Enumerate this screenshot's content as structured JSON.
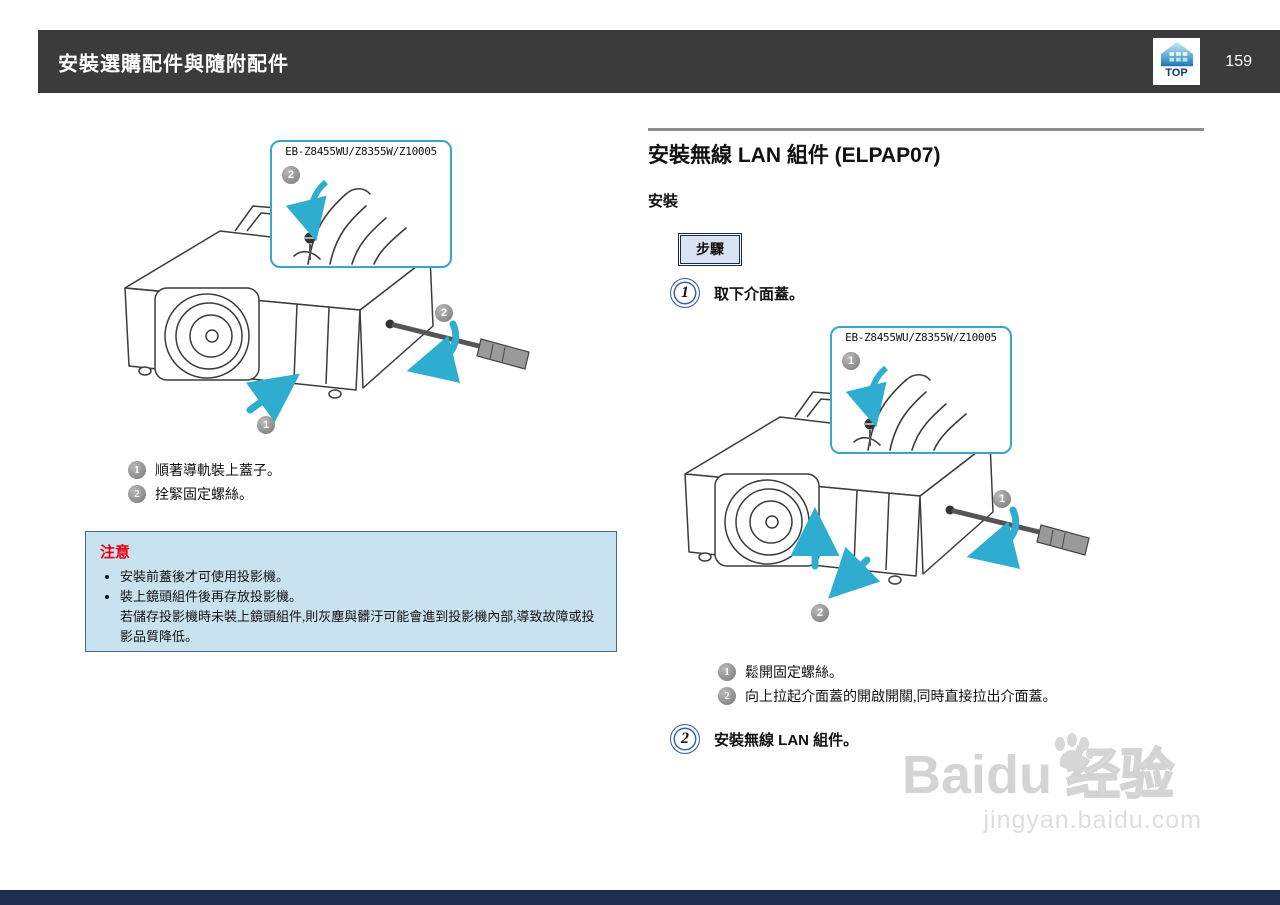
{
  "header": {
    "title": "安裝選購配件與隨附配件",
    "page_number": "159",
    "top_label": "TOP"
  },
  "left": {
    "diagram_label": "EB-Z8455WU/Z8355W/Z10005",
    "markers": {
      "callout": "2",
      "screw": "2",
      "front": "1"
    },
    "steps": [
      {
        "num": "1",
        "text": "順著導軌裝上蓋子。"
      },
      {
        "num": "2",
        "text": "拴緊固定螺絲。"
      }
    ],
    "notice": {
      "title": "注意",
      "bullets": [
        "安裝前蓋後才可使用投影機。",
        "裝上鏡頭組件後再存放投影機。\n若儲存投影機時未裝上鏡頭組件,則灰塵與髒汙可能會進到投影機內部,導致故障或投影品質降低。"
      ]
    }
  },
  "right": {
    "heading": "安裝無線 LAN 組件 (ELPAP07)",
    "subheading": "安裝",
    "procedure_label": "步驟",
    "step1": {
      "num": "1",
      "text": "取下介面蓋。"
    },
    "step2": {
      "num": "2",
      "text": "安裝無線 LAN 組件。"
    },
    "diagram_label": "EB-Z8455WU/Z8355W/Z10005",
    "markers": {
      "callout": "1",
      "side": "1",
      "bottom": "2"
    },
    "diagram_steps": [
      {
        "num": "1",
        "text": "鬆開固定螺絲。"
      },
      {
        "num": "2",
        "text": "向上拉起介面蓋的開啟開關,同時直接拉出介面蓋。"
      }
    ]
  },
  "watermark": {
    "brand": "Baidu",
    "suffix": "经验",
    "url": "jingyan.baidu.com"
  },
  "colors": {
    "accent_cyan": "#2fadd0",
    "header_bg": "#3b3b3b",
    "notice_bg": "#c9e2f0",
    "footer_bg": "#1f2d50",
    "notice_title": "#e60012"
  }
}
